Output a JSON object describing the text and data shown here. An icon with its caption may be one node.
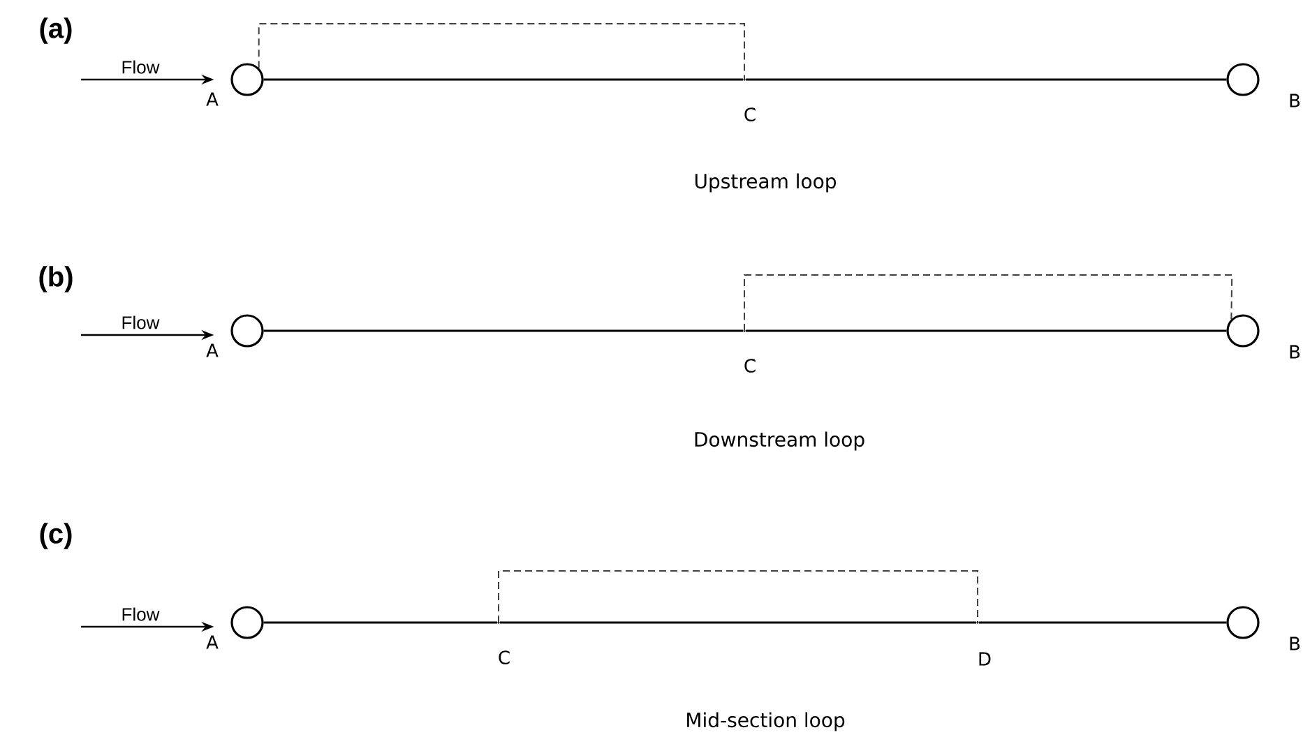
{
  "diagram": {
    "nodes": [
      {
        "text": [],
        "shape": "circle",
        "beside": [
          "A"
        ]
      },
      {
        "text": [],
        "shape": "point",
        "beside": [
          "C"
        ]
      },
      {
        "text": [],
        "shape": "circle",
        "beside": [
          "B"
        ]
      },
      {
        "text": [],
        "shape": "circle",
        "beside": [
          "A"
        ]
      },
      {
        "text": [],
        "shape": "point",
        "beside": [
          "C"
        ]
      },
      {
        "text": [],
        "shape": "circle",
        "beside": [
          "B"
        ]
      },
      {
        "text": [],
        "shape": "circle",
        "beside": [
          "A"
        ]
      },
      {
        "text": [],
        "shape": "point",
        "beside": [
          "C"
        ]
      },
      {
        "text": [],
        "shape": "point",
        "beside": [
          "D"
        ]
      },
      {
        "text": [],
        "shape": "circle",
        "beside": [
          "B"
        ]
      }
    ],
    "edges": [
      {
        "from": null,
        "to": 0,
        "arrow": "to",
        "label": "Flow"
      },
      {
        "from": 0,
        "to": 1,
        "arrow": "none"
      },
      {
        "from": 1,
        "to": 2,
        "arrow": "none"
      },
      {
        "from": 0,
        "to": 1,
        "arrow": "none",
        "style": "dashed"
      },
      {
        "from": null,
        "to": 3,
        "arrow": "to",
        "label": "Flow"
      },
      {
        "from": 3,
        "to": 4,
        "arrow": "none"
      },
      {
        "from": 4,
        "to": 5,
        "arrow": "none"
      },
      {
        "from": 4,
        "to": 5,
        "arrow": "none",
        "style": "dashed"
      },
      {
        "from": null,
        "to": 6,
        "arrow": "to",
        "label": "Flow"
      },
      {
        "from": 6,
        "to": 7,
        "arrow": "none"
      },
      {
        "from": 7,
        "to": 8,
        "arrow": "none"
      },
      {
        "from": 8,
        "to": 9,
        "arrow": "none"
      },
      {
        "from": 7,
        "to": 8,
        "arrow": "none",
        "style": "dashed"
      }
    ],
    "labels": [
      "(a)",
      "Upstream loop",
      "(b)",
      "Downstream loop",
      "(c)",
      "Mid-section loop"
    ]
  }
}
